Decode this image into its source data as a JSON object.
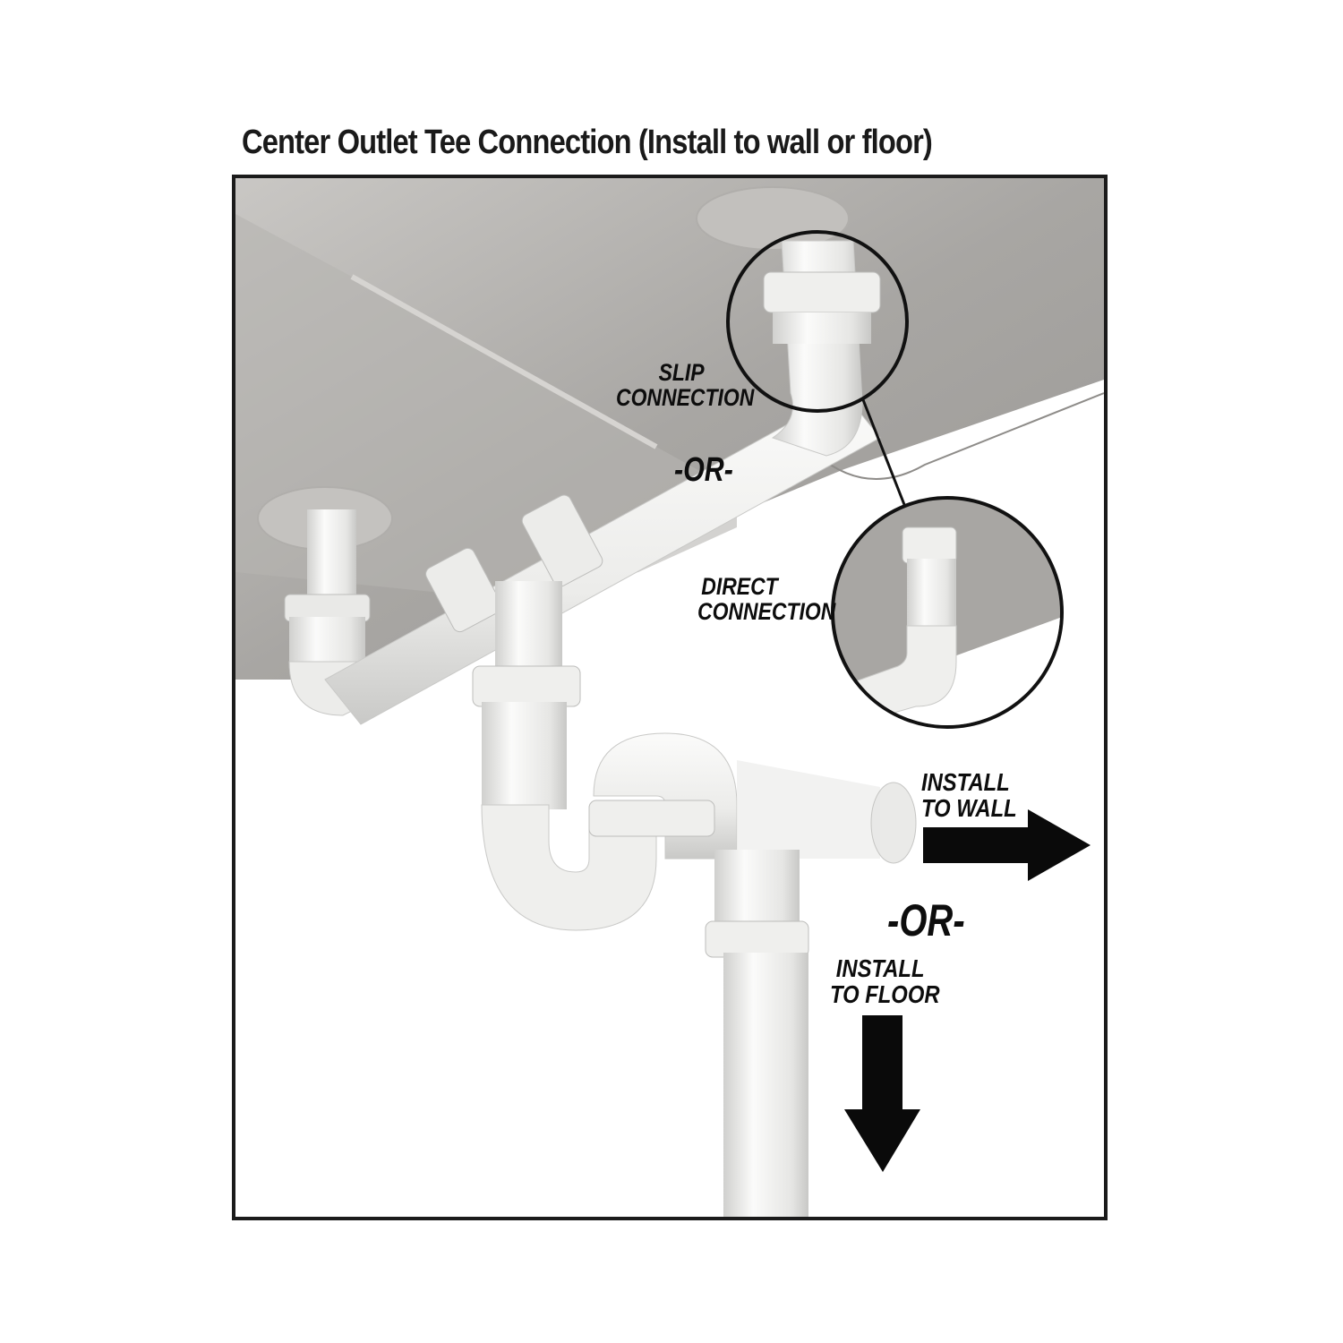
{
  "title": "Center Outlet Tee Connection (Install to wall or floor)",
  "labels": {
    "slip_connection": [
      "SLIP",
      "CONNECTION"
    ],
    "direct_connection": [
      "DIRECT",
      "CONNECTION"
    ],
    "or_upper": "-OR-",
    "or_lower": "-OR-",
    "install_to_wall": [
      "INSTALL",
      "TO WALL"
    ],
    "install_to_floor": [
      "INSTALL",
      "TO FLOOR"
    ]
  },
  "icons": {
    "wall_arrow": "arrow-right-icon",
    "floor_arrow": "arrow-down-icon",
    "detail_circle_slip": "magnifier-circle",
    "detail_circle_direct": "magnifier-circle"
  },
  "colors": {
    "sink_gray": "#a9a7a4",
    "sink_dark": "#8e8c89",
    "pipe_white": "#f2f2f0",
    "pipe_shade": "#d4d4d2",
    "frame": "#1b1b1b",
    "text": "#0d0d0d"
  }
}
